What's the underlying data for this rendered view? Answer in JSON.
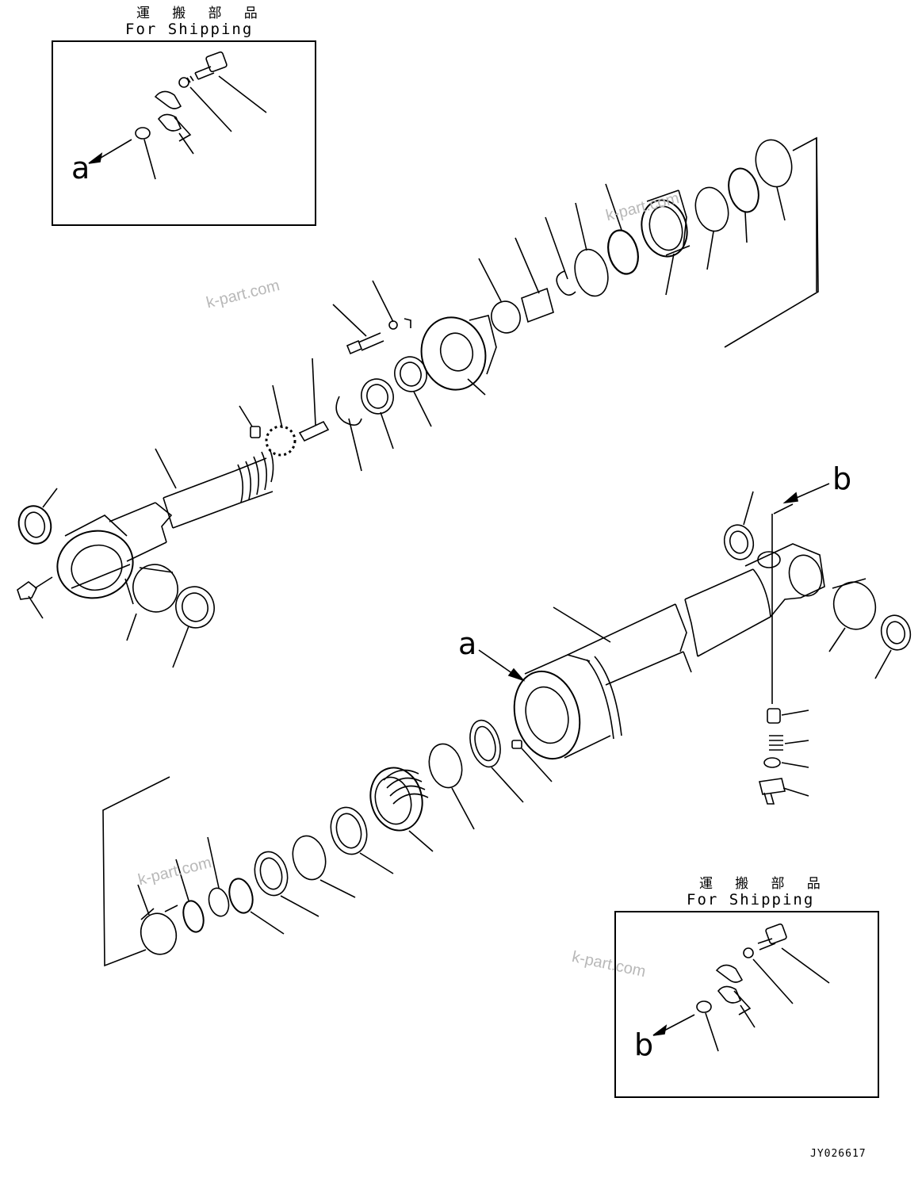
{
  "shipping_boxes": [
    {
      "title_jp": "運 搬 部 品",
      "title_en": "For Shipping",
      "arrow_label": "a"
    },
    {
      "title_jp": "運 搬 部 品",
      "title_en": "For Shipping",
      "arrow_label": "b"
    }
  ],
  "callouts": {
    "a": "a",
    "b": "b"
  },
  "watermark": "k-part.com",
  "drawing_code": "JY026617",
  "colors": {
    "line": "#000000",
    "watermark": "#b8b8b8",
    "background": "#ffffff"
  }
}
